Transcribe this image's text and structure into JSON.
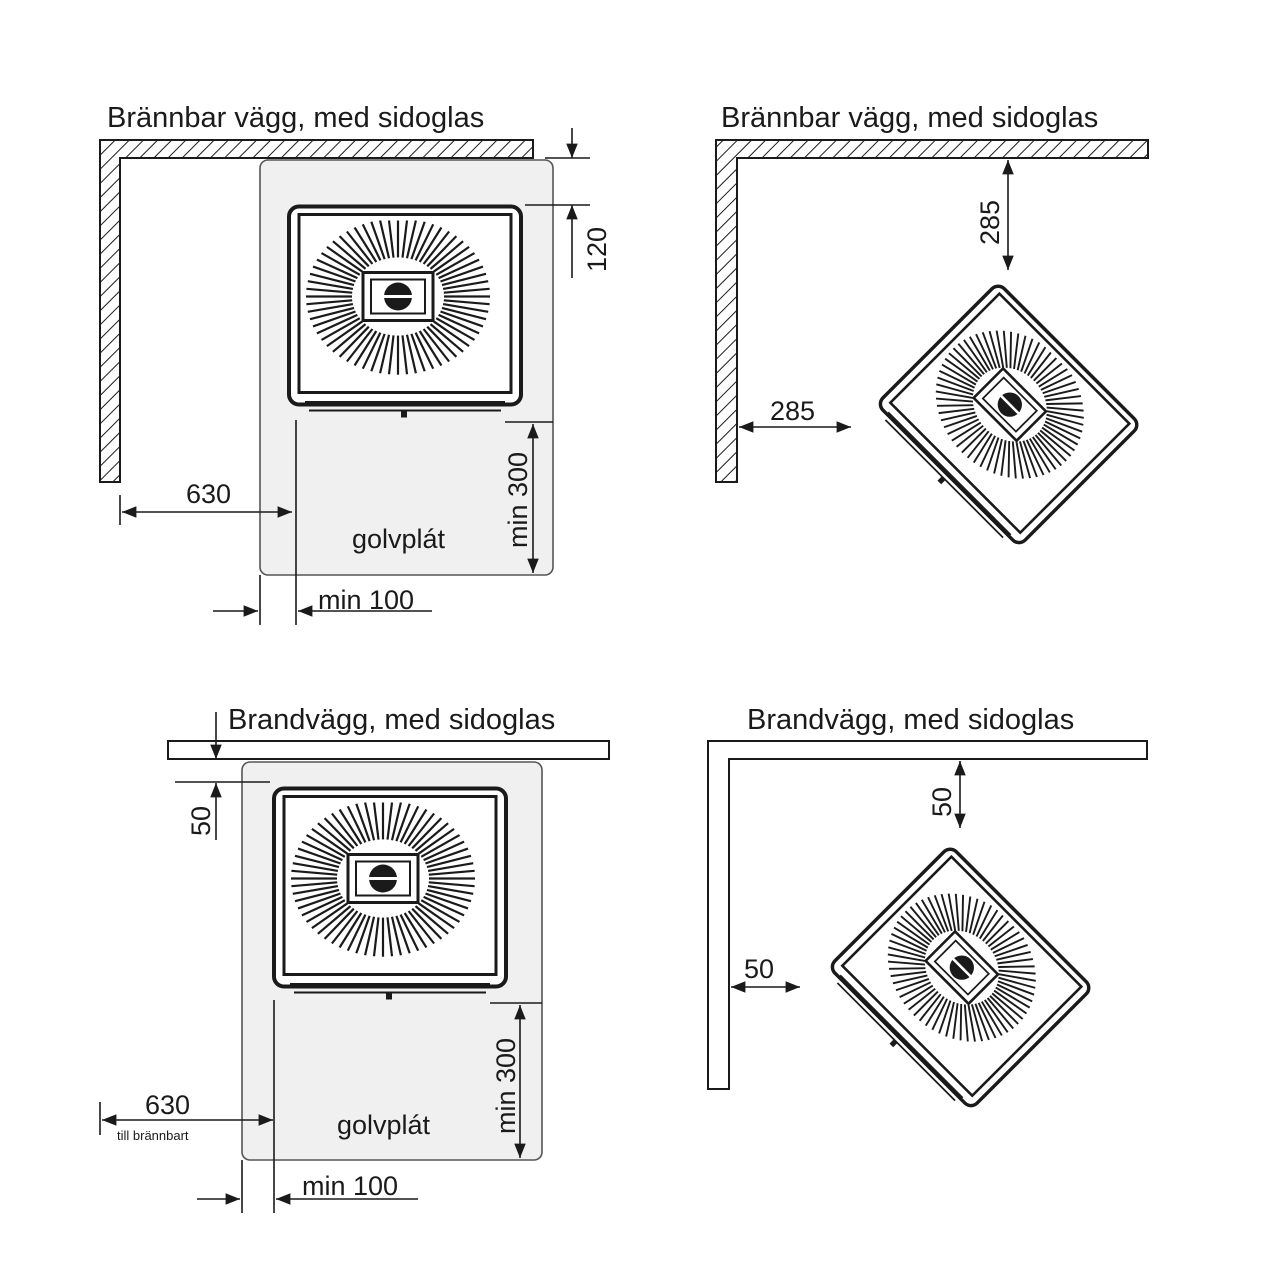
{
  "panels": {
    "top_left": {
      "title": "Brännbar vägg, med sidoglas",
      "dim_side": "630",
      "dim_back": "120",
      "dim_front": "min 300",
      "dim_plate_side": "min 100",
      "plate_label": "golvplát"
    },
    "top_right": {
      "title": "Brännbar vägg, med sidoglas",
      "dim_back": "285",
      "dim_side": "285"
    },
    "bottom_left": {
      "title": "Brandvägg, med sidoglas",
      "dim_back": "50",
      "dim_side": "630",
      "dim_side_note": "till brännbart",
      "dim_front": "min 300",
      "dim_plate_side": "min 100",
      "plate_label": "golvplát"
    },
    "bottom_right": {
      "title": "Brandvägg, med sidoglas",
      "dim_back": "50",
      "dim_side": "50"
    }
  }
}
